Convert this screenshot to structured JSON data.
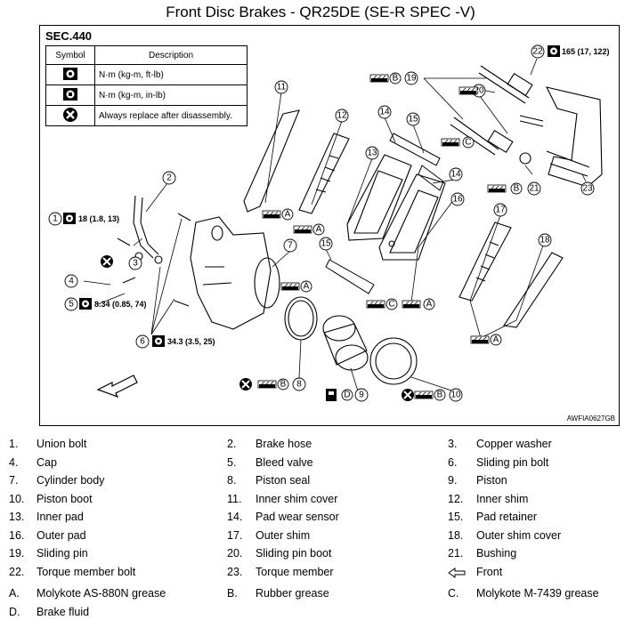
{
  "title": "Front Disc Brakes - QR25DE (SE-R SPEC -V)",
  "section": "SEC.440",
  "symbol_table": {
    "header_symbol": "Symbol",
    "header_description": "Description",
    "rows": [
      {
        "icon": "torque-wrench-icon",
        "text": "N·m (kg-m, ft-lb)"
      },
      {
        "icon": "torque-wrench-inlb-icon",
        "text": "N·m (kg-m, in-lb)"
      },
      {
        "icon": "always-replace-icon",
        "text": "Always replace after disassembly."
      }
    ]
  },
  "figure_code": "AWFIA0627GB",
  "torques": {
    "t1": "18 (1.8, 13)",
    "t5": "8.34 (0.85, 74)",
    "t6": "34.3 (3.5, 25)",
    "t22": "165 (17, 122)"
  },
  "callouts": {
    "n1": "1",
    "n2": "2",
    "n3": "3",
    "n4": "4",
    "n5": "5",
    "n6": "6",
    "n7": "7",
    "n8": "8",
    "n9": "9",
    "n10": "10",
    "n11": "11",
    "n12": "12",
    "n13": "13",
    "n14": "14",
    "n15": "15",
    "n16": "16",
    "n17": "17",
    "n18": "18",
    "n19": "19",
    "n20": "20",
    "n21": "21",
    "n22": "22",
    "n23": "23",
    "A": "A",
    "B": "B",
    "C": "C",
    "D": "D"
  },
  "legend": {
    "parts": [
      {
        "num": "1.",
        "name": "Union bolt"
      },
      {
        "num": "2.",
        "name": "Brake hose"
      },
      {
        "num": "3.",
        "name": "Copper washer"
      },
      {
        "num": "4.",
        "name": "Cap"
      },
      {
        "num": "5.",
        "name": "Bleed valve"
      },
      {
        "num": "6.",
        "name": "Sliding pin bolt"
      },
      {
        "num": "7.",
        "name": "Cylinder body"
      },
      {
        "num": "8.",
        "name": "Piston seal"
      },
      {
        "num": "9.",
        "name": "Piston"
      },
      {
        "num": "10.",
        "name": "Piston boot"
      },
      {
        "num": "11.",
        "name": "Inner shim cover"
      },
      {
        "num": "12.",
        "name": "Inner shim"
      },
      {
        "num": "13.",
        "name": "Inner pad"
      },
      {
        "num": "14.",
        "name": "Pad wear sensor"
      },
      {
        "num": "15.",
        "name": "Pad retainer"
      },
      {
        "num": "16.",
        "name": "Outer pad"
      },
      {
        "num": "17.",
        "name": "Outer shim"
      },
      {
        "num": "18.",
        "name": "Outer shim cover"
      },
      {
        "num": "19.",
        "name": "Sliding pin"
      },
      {
        "num": "20.",
        "name": "Sliding pin boot"
      },
      {
        "num": "21.",
        "name": "Bushing"
      },
      {
        "num": "22.",
        "name": "Torque member bolt"
      },
      {
        "num": "23.",
        "name": "Torque member"
      },
      {
        "num": "arrow",
        "name": "Front"
      }
    ],
    "greases": [
      {
        "num": "A.",
        "name": "Molykote AS-880N grease"
      },
      {
        "num": "B.",
        "name": "Rubber grease"
      },
      {
        "num": "C.",
        "name": "Molykote M-7439 grease"
      },
      {
        "num": "D.",
        "name": "Brake fluid"
      }
    ]
  }
}
